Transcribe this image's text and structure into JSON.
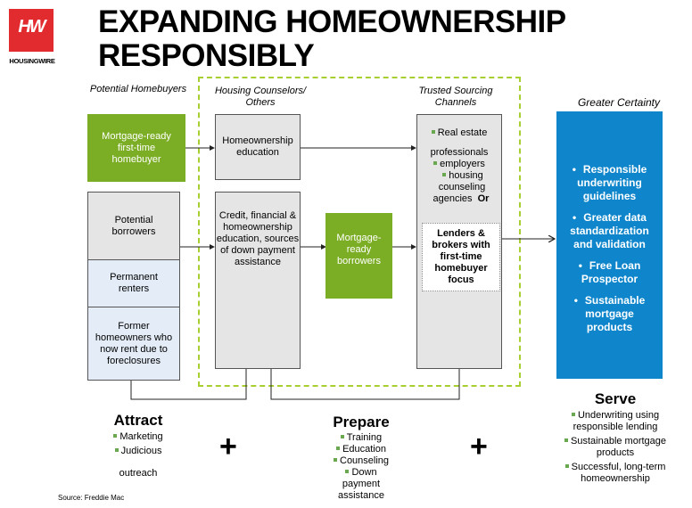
{
  "logo": {
    "mark": "HW",
    "wordmark": "HOUSINGWIRE",
    "color": "#e22b2f"
  },
  "title": {
    "line1": "EXPANDING HOMEOWNERSHIP",
    "line2": "RESPONSIBLY"
  },
  "columns": {
    "potential_homebuyers": "Potential Homebuyers",
    "housing_counselors": "Housing Counselors/ Others",
    "trusted_sourcing": "Trusted Sourcing Channels",
    "greater_certainty": "Greater Certainty"
  },
  "boxes": {
    "mortgage_ready_first_time": "Mortgage-ready first-time homebuyer",
    "homeownership_education": "Homeownership education",
    "potential_borrowers": "Potential borrowers",
    "permanent_renters": "Permanent renters",
    "former_homeowners": "Former homeowners who now rent due to foreclosures",
    "credit_financial": "Credit, financial & homeownership education, sources of down payment assistance",
    "mortgage_ready_borrowers": "Mortgage-ready borrowers",
    "trusted_items": [
      "Real estate",
      "professionals",
      "employers",
      "housing",
      "counseling",
      "agencies"
    ],
    "or_label": "Or",
    "lenders_brokers": "Lenders & brokers with first-time homebuyer focus"
  },
  "greater_certainty_items": [
    "Responsible underwriting guidelines",
    "Greater data standardization and validation",
    "Free Loan Prospector",
    "Sustainable mortgage products"
  ],
  "sections": {
    "attract": {
      "title": "Attract",
      "items": [
        "Marketing",
        "Judicious"
      ],
      "extra": "outreach"
    },
    "prepare": {
      "title": "Prepare",
      "items": [
        "Training",
        "Education",
        "Counseling",
        "Down payment assistance"
      ]
    },
    "serve": {
      "title": "Serve",
      "items": [
        "Underwriting using responsible lending",
        "Sustainable mortgage products",
        "Successful, long-term homeownership"
      ]
    },
    "plus": "+"
  },
  "source": "Source: Freddie Mac",
  "colors": {
    "green": "#7cae25",
    "blue": "#0f86cc",
    "dashed": "#a8cf32"
  }
}
